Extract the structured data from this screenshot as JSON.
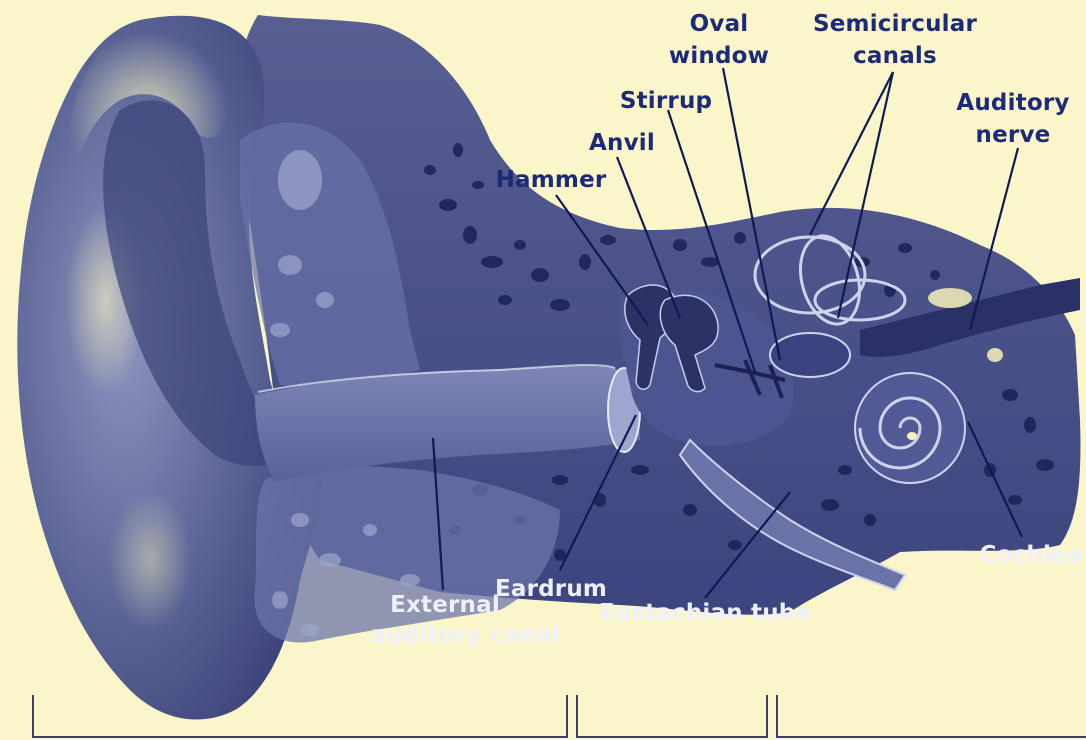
{
  "colors": {
    "background": "#fbf6c9",
    "tissue": "#5d6698",
    "tissue_dark": "#2b3366",
    "bone": "#4a5288",
    "highlight": "#f2ef9a",
    "label_dark": "#1d2a78",
    "label_light": "#eef0ff",
    "leader_line": "#0f1a55"
  },
  "labels": {
    "oval_window": [
      "Oval",
      "window"
    ],
    "semicircular_canals": [
      "Semicircular",
      "canals"
    ],
    "stirrup": "Stirrup",
    "auditory_nerve": [
      "Auditory",
      "nerve"
    ],
    "anvil": "Anvil",
    "hammer": "Hammer",
    "cochlea": "Cochlea",
    "eardrum": "Eardrum",
    "external_auditory_canal": [
      "External",
      "auditory canal"
    ],
    "eustachian_tube": "Eustachian tube"
  }
}
